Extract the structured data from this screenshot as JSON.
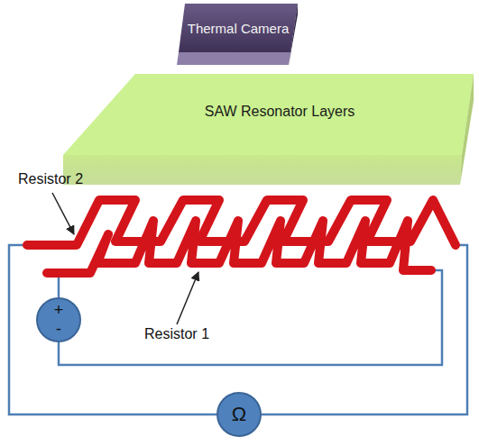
{
  "diagram": {
    "nodes": [
      {
        "text": [
          "Thermal Camera"
        ]
      },
      {
        "text": [
          "SAW Resonator Layers"
        ]
      },
      {
        "text": [
          "+",
          "-"
        ]
      },
      {
        "text": [
          "Ω"
        ]
      }
    ],
    "labels": [
      "Resistor 2",
      "Resistor 1"
    ]
  }
}
